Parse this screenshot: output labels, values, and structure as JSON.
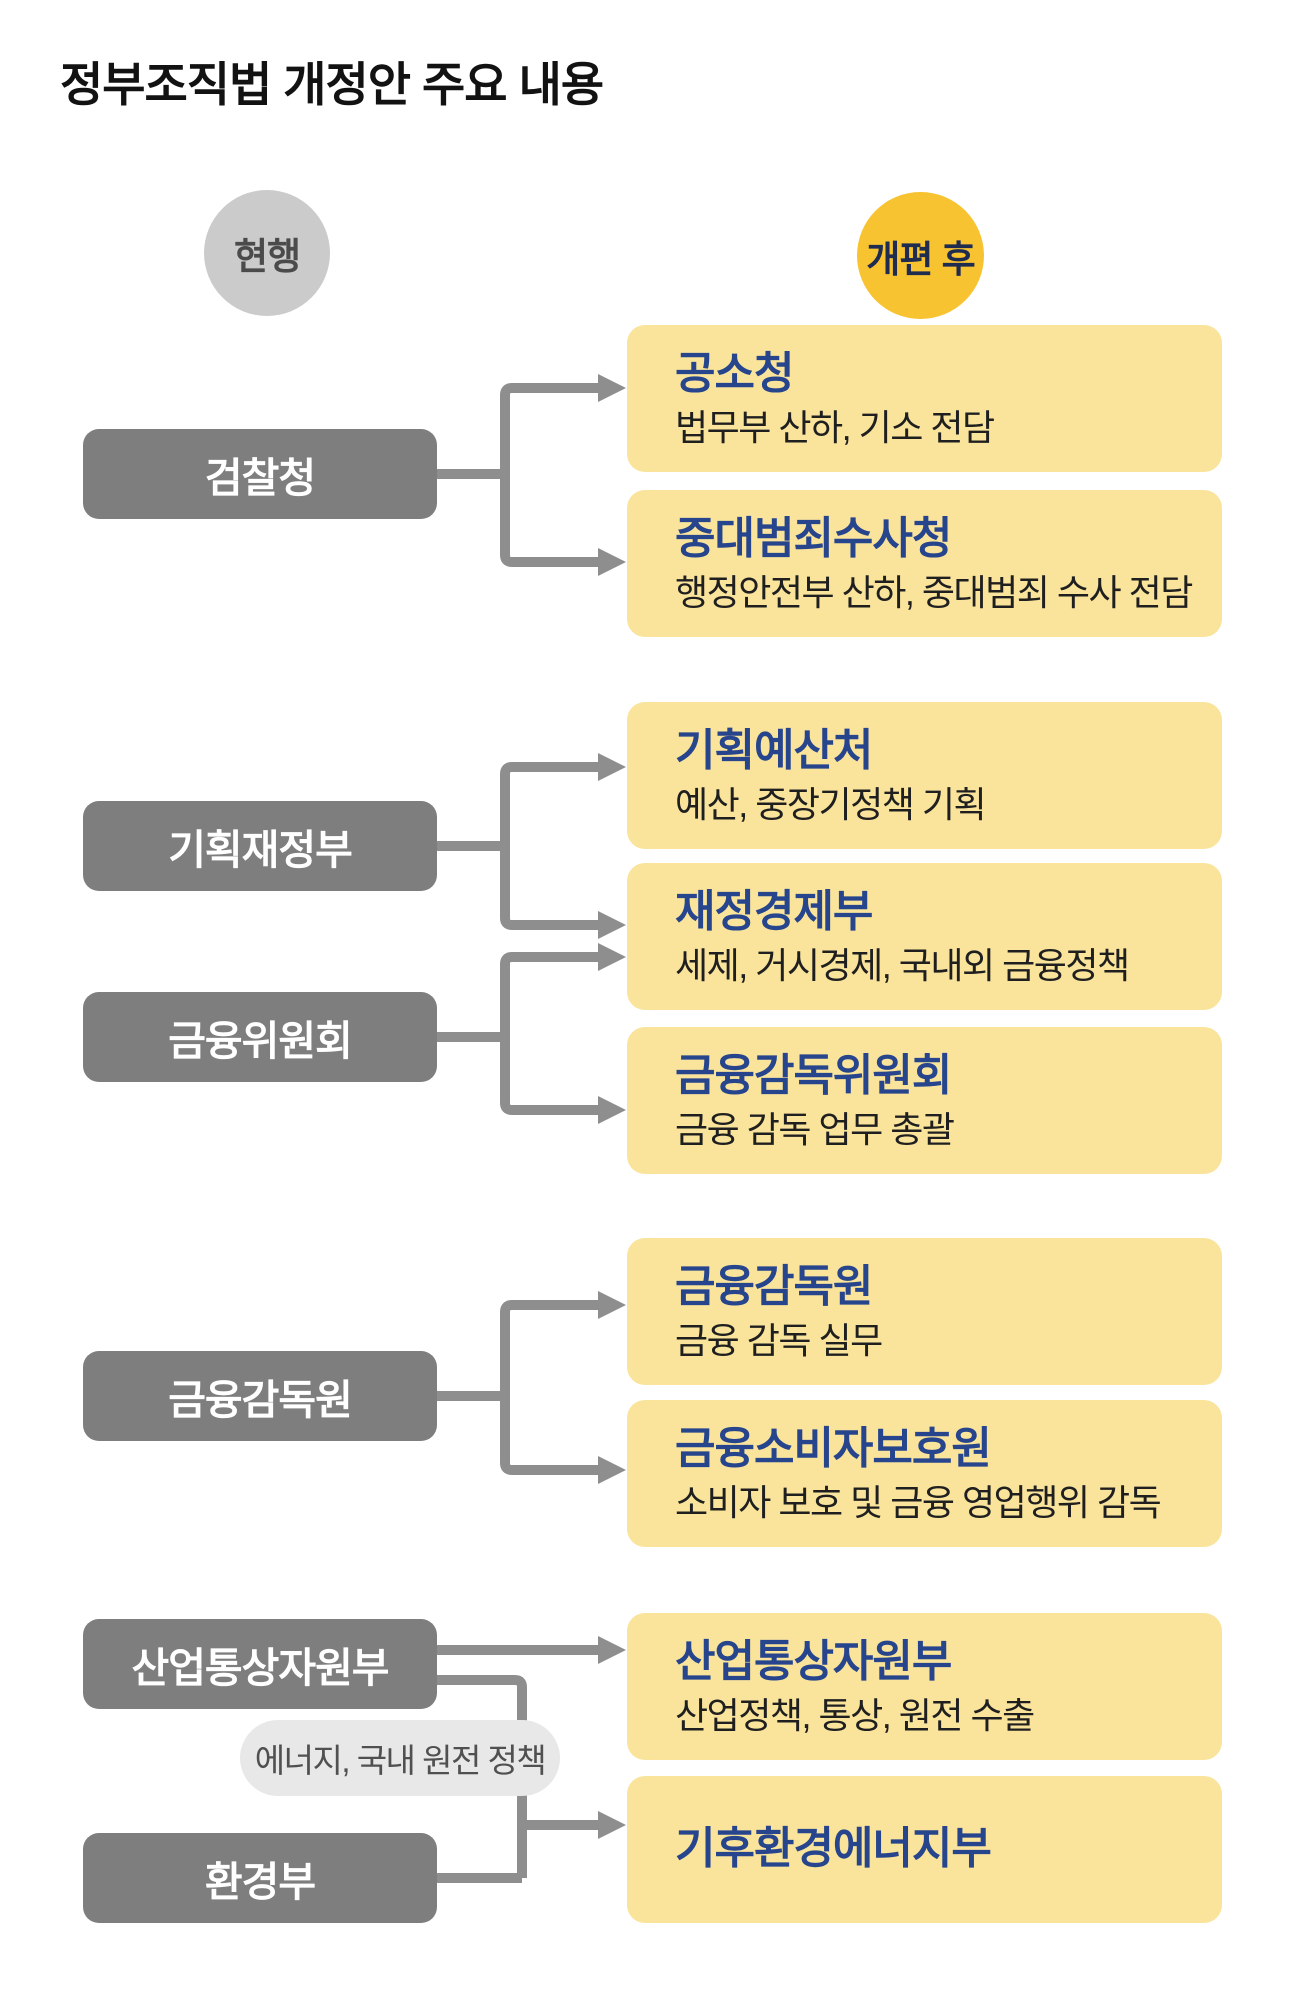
{
  "title": "정부조직법 개정안 주요 내용",
  "legend": {
    "current": "현행",
    "after": "개편 후"
  },
  "current_boxes": [
    {
      "label": "검찰청"
    },
    {
      "label": "기획재정부"
    },
    {
      "label": "금융위원회"
    },
    {
      "label": "금융감독원"
    },
    {
      "label": "산업통상자원부"
    },
    {
      "label": "환경부"
    }
  ],
  "reform_boxes": [
    {
      "title": "공소청",
      "desc": "법무부 산하, 기소 전담"
    },
    {
      "title": "중대범죄수사청",
      "desc": "행정안전부 산하, 중대범죄 수사 전담"
    },
    {
      "title": "기획예산처",
      "desc": "예산, 중장기정책 기획"
    },
    {
      "title": "재정경제부",
      "desc": "세제, 거시경제, 국내외 금융정책"
    },
    {
      "title": "금융감독위원회",
      "desc": "금융 감독 업무 총괄"
    },
    {
      "title": "금융감독원",
      "desc": "금융 감독 실무"
    },
    {
      "title": "금융소비자보호원",
      "desc": "소비자 보호 및 금융 영업행위 감독"
    },
    {
      "title": "산업통상자원부",
      "desc": "산업정책, 통상, 원전 수출"
    },
    {
      "title": "기후환경에너지부",
      "desc": ""
    }
  ],
  "pill": {
    "label": "에너지, 국내 원전 정책"
  },
  "colors": {
    "accent_yellow": "#f8c330",
    "box_yellow": "#fae49c",
    "box_gray": "#7e7e7e",
    "badge_gray": "#cbcbcb",
    "navy_text": "#26458c",
    "line_gray": "#8e8e8e",
    "pill_gray": "#e8e8e8"
  }
}
